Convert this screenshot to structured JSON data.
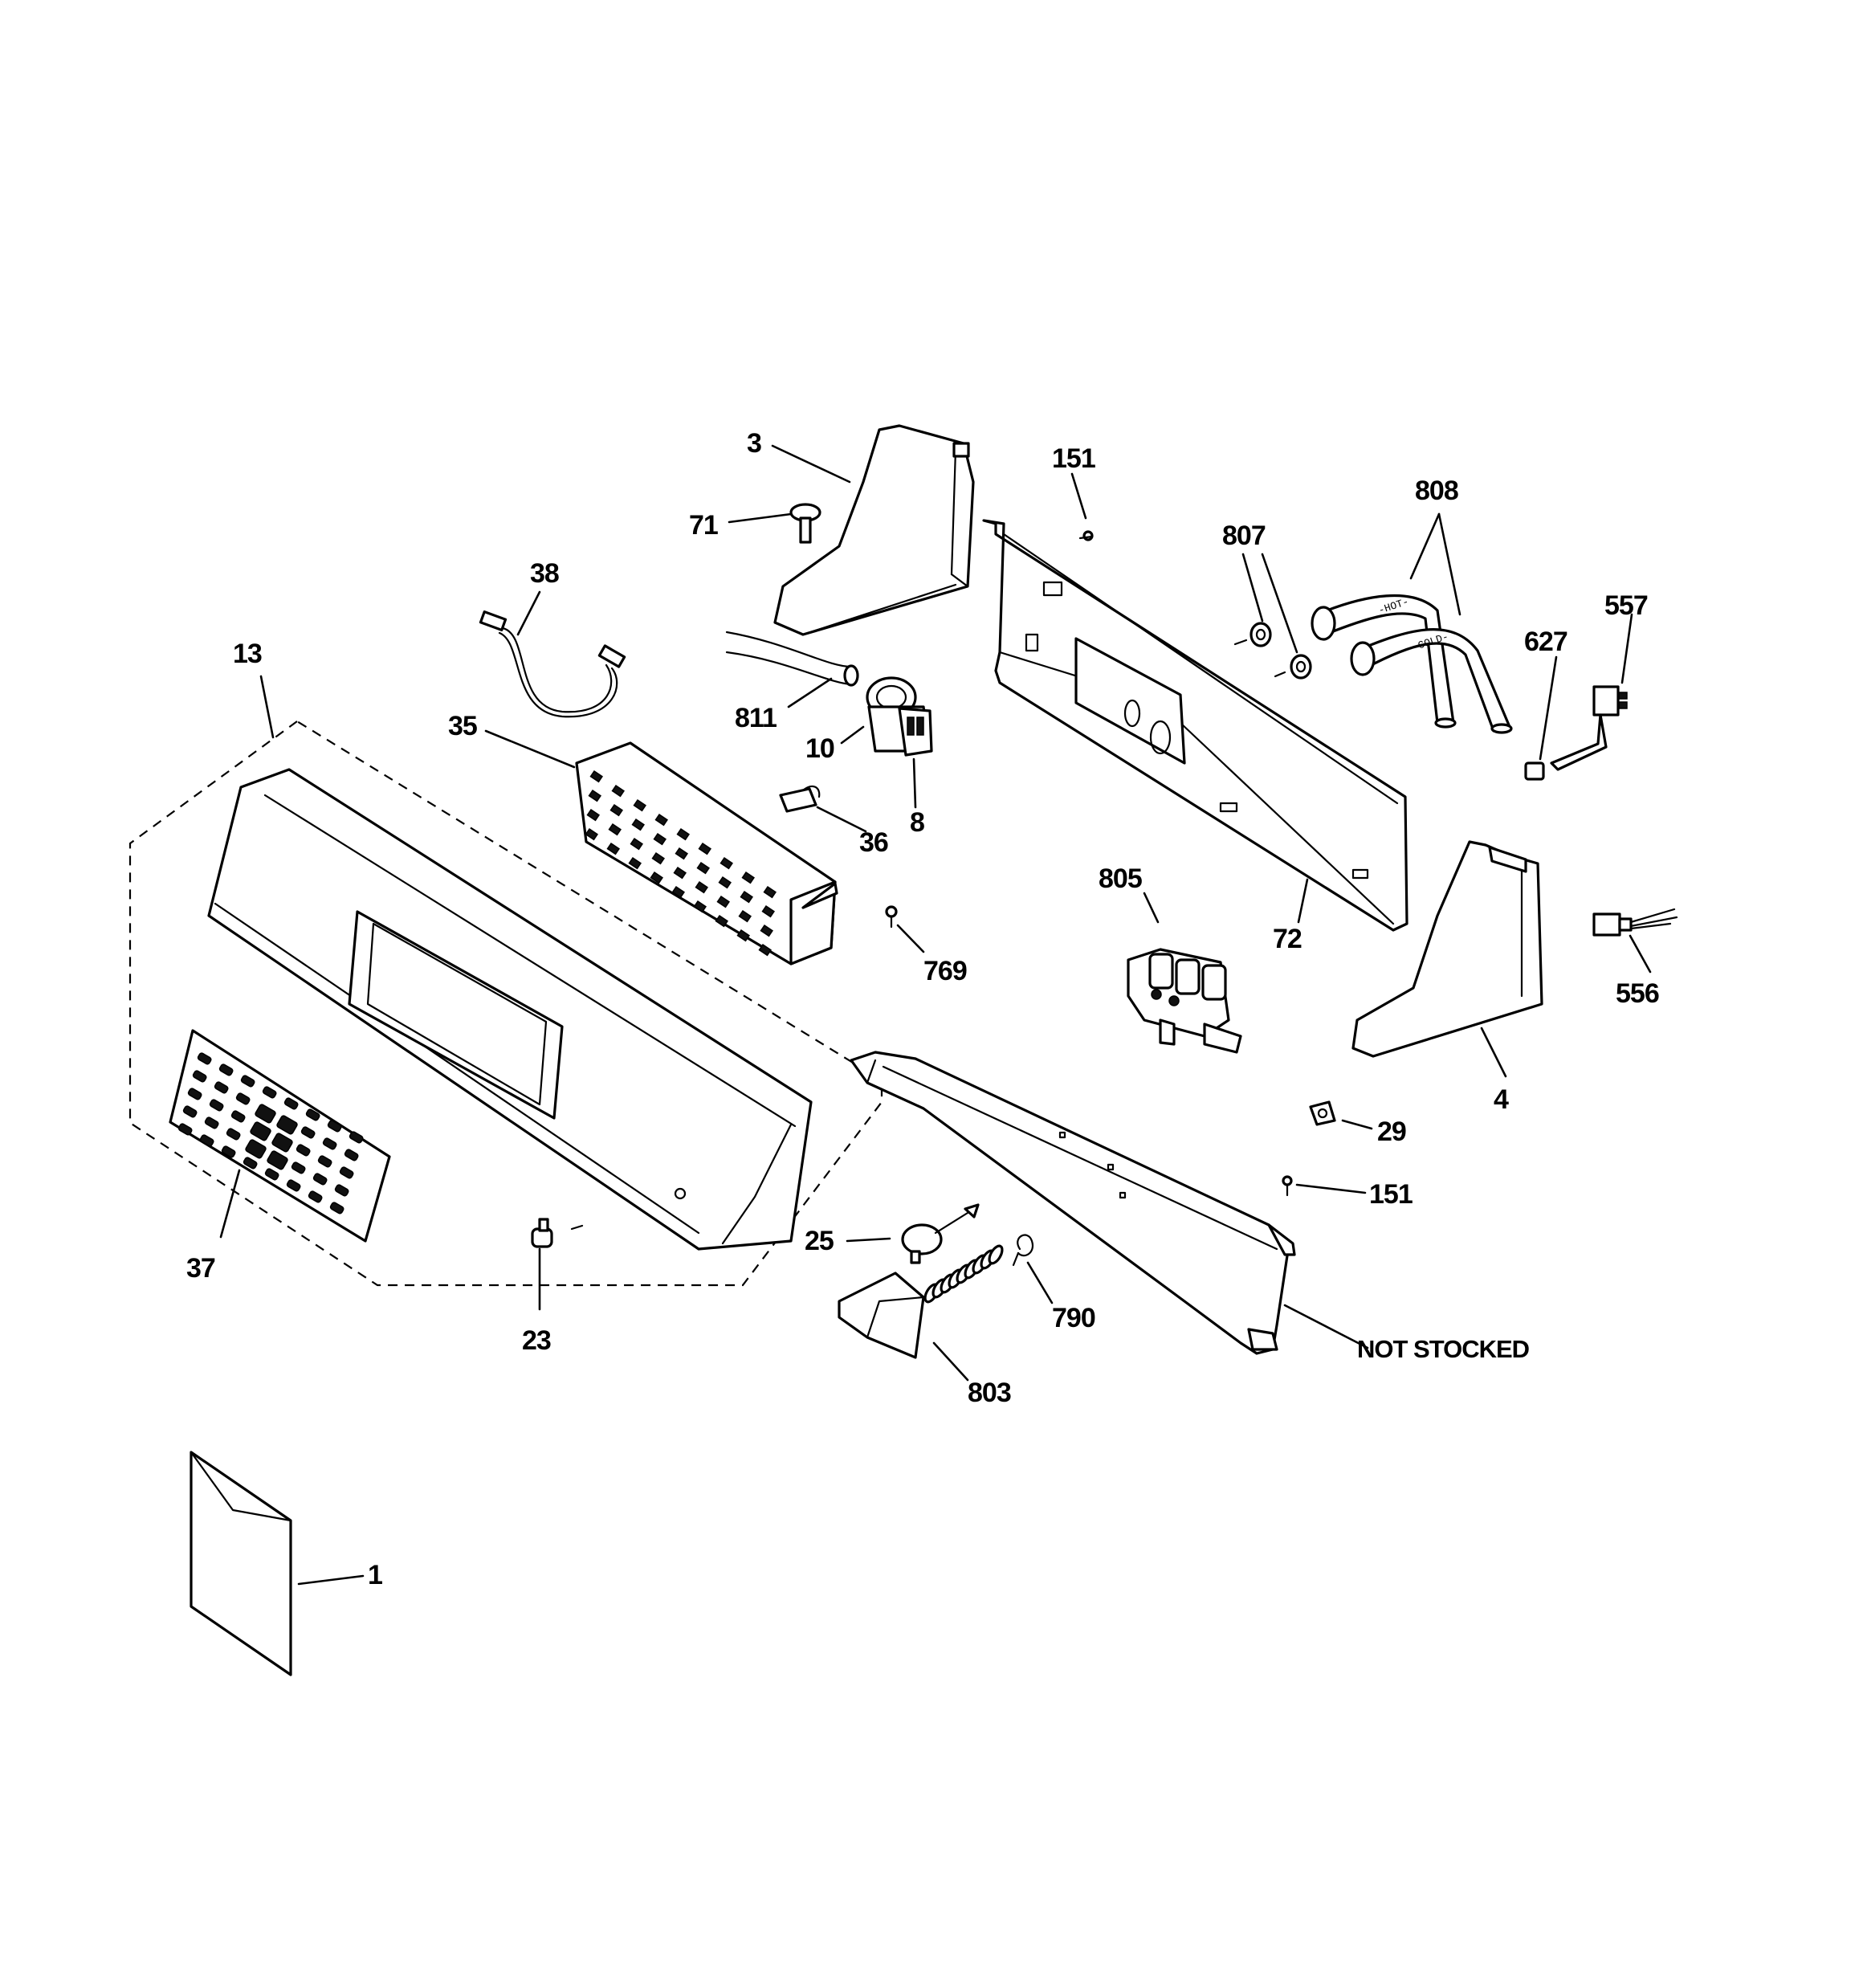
{
  "diagram": {
    "callouts": {
      "c1": "1",
      "c3": "3",
      "c4": "4",
      "c8": "8",
      "c10": "10",
      "c13": "13",
      "c23": "23",
      "c25": "25",
      "c29": "29",
      "c35": "35",
      "c36": "36",
      "c37": "37",
      "c38": "38",
      "c71": "71",
      "c72": "72",
      "c151a": "151",
      "c151b": "151",
      "c556": "556",
      "c557": "557",
      "c627": "627",
      "c769": "769",
      "c790": "790",
      "c803": "803",
      "c805": "805",
      "c807": "807",
      "c808": "808",
      "c811": "811",
      "not_stocked": "NOT STOCKED"
    },
    "hose_labels": {
      "hot": "-HOT-",
      "cold": "-COLD-"
    }
  }
}
